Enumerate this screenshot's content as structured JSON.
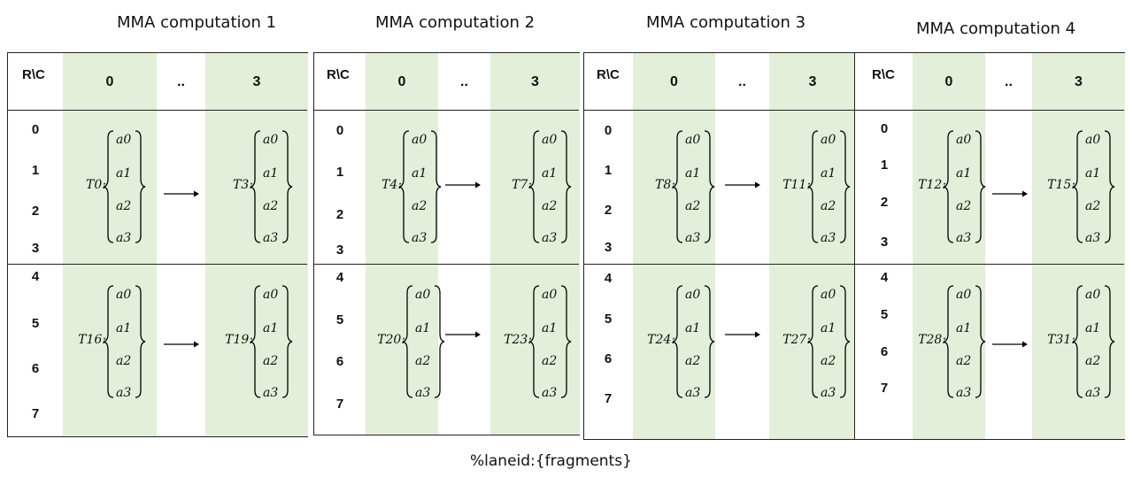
{
  "titles": [
    "MMA computation 1",
    "MMA computation 2",
    "MMA computation 3",
    "MMA computation 4"
  ],
  "header": {
    "rc": "R\\C",
    "col0": "0",
    "dots": "..",
    "col3": "3"
  },
  "rows": [
    "0",
    "1",
    "2",
    "3",
    "4",
    "5",
    "6",
    "7"
  ],
  "fragments": [
    "a0",
    "a1",
    "a2",
    "a3"
  ],
  "panels": [
    {
      "threads": [
        "T0:",
        "T3:",
        "T16:",
        "T19:"
      ]
    },
    {
      "threads": [
        "T4:",
        "T7:",
        "T20:",
        "T23:"
      ]
    },
    {
      "threads": [
        "T8:",
        "T11:",
        "T24:",
        "T27:"
      ]
    },
    {
      "threads": [
        "T12:",
        "T15:",
        "T28:",
        "T31:"
      ]
    }
  ],
  "caption": "%laneid:{fragments}",
  "colors": {
    "green_column": "#e3efd9",
    "border": "#222222"
  }
}
